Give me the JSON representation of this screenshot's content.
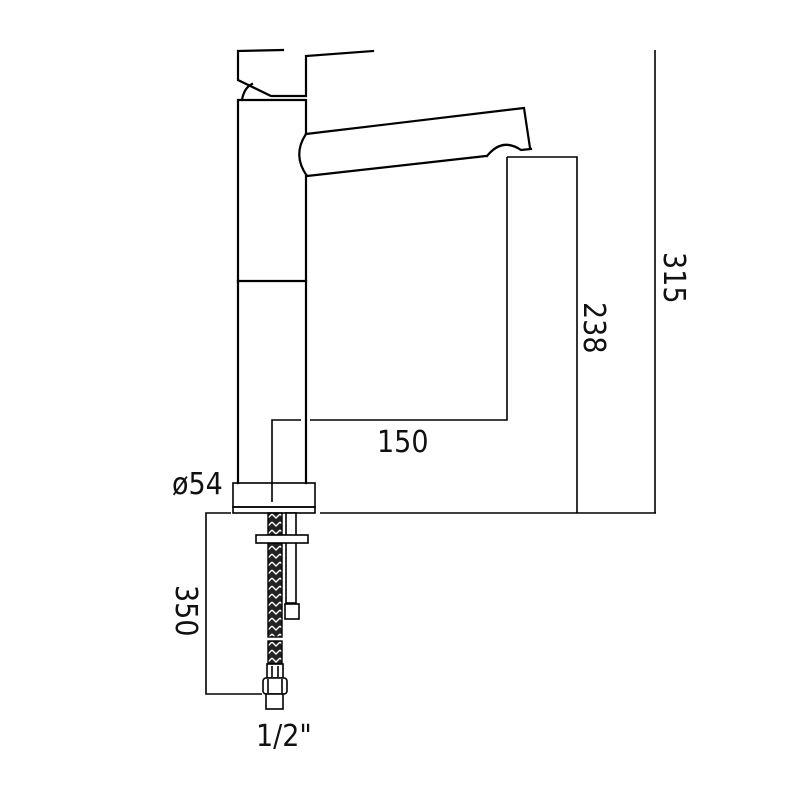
{
  "drawing": {
    "subject": "single-lever basin mixer tap, side elevation",
    "units": "mm",
    "line_color": "#000000",
    "background": "#ffffff"
  },
  "dimensions": {
    "overall_height": {
      "value": "315",
      "orientation": "vertical"
    },
    "spout_height": {
      "value": "238",
      "orientation": "vertical"
    },
    "spout_reach": {
      "value": "150",
      "orientation": "horizontal"
    },
    "base_diameter": {
      "value": "ø54",
      "orientation": "horizontal"
    },
    "hose_length": {
      "value": "350",
      "orientation": "vertical"
    },
    "connection_size": {
      "value": "1/2\"",
      "orientation": "horizontal"
    }
  }
}
